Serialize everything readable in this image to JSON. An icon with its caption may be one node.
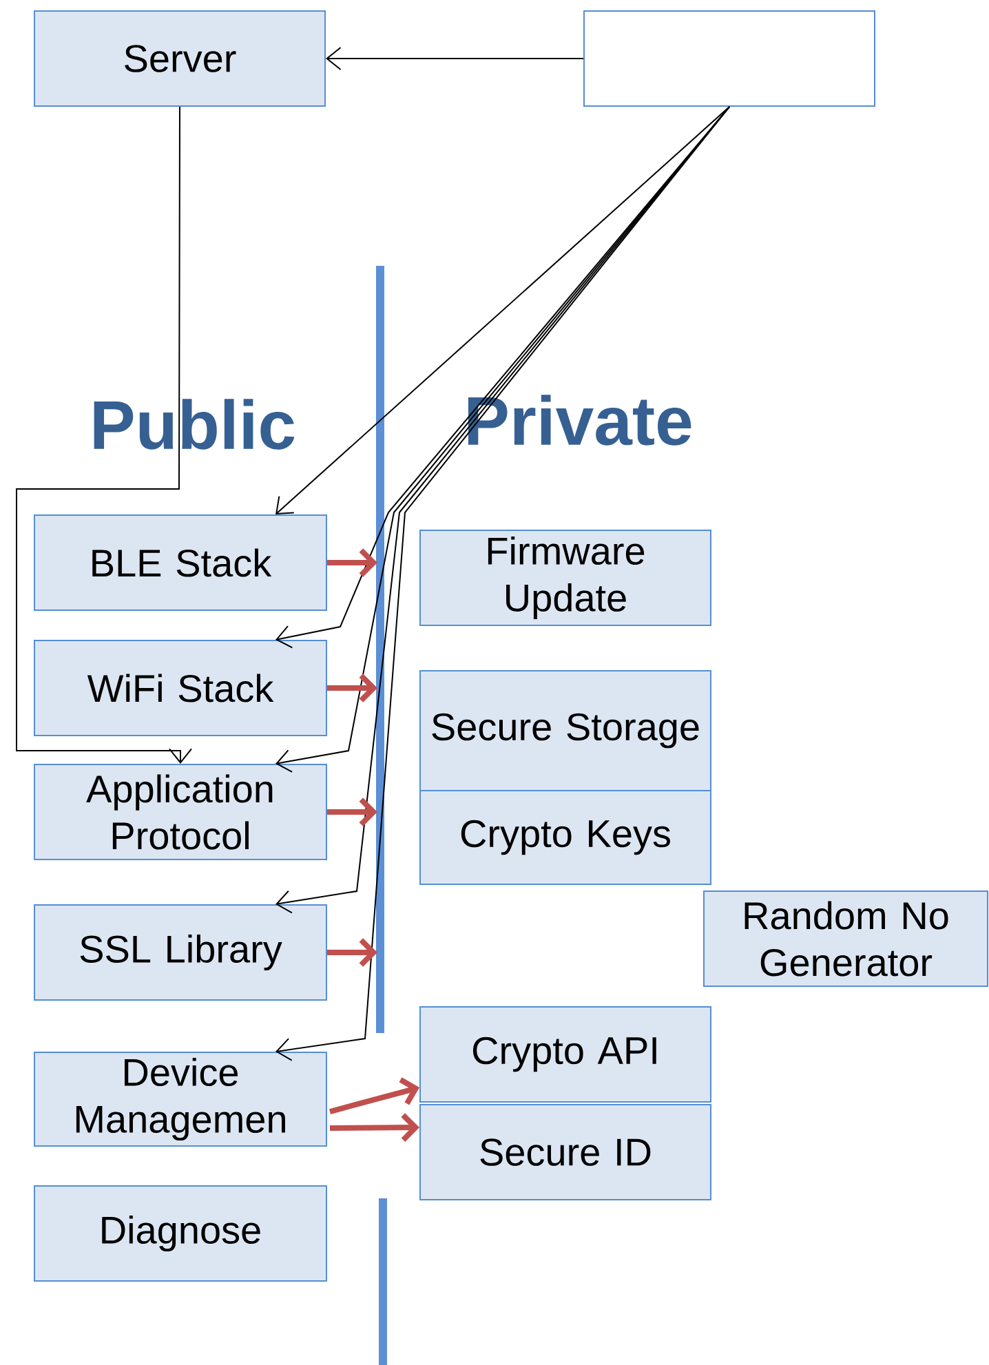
{
  "diagram": {
    "nodes": [
      {
        "text": [
          "Server"
        ]
      },
      {
        "text": [],
        "shape": "box"
      },
      {
        "text": [
          "BLE Stack"
        ]
      },
      {
        "text": [
          "Firmware Update"
        ]
      },
      {
        "text": [
          "WiFi Stack"
        ]
      },
      {
        "text": [
          "Secure Storage"
        ]
      },
      {
        "text": [
          "Application Protocol"
        ]
      },
      {
        "text": [
          "Crypto Keys"
        ]
      },
      {
        "text": [
          "Random No Generator"
        ]
      },
      {
        "text": [
          "SSL Library"
        ]
      },
      {
        "text": [
          "Device Managemen"
        ]
      },
      {
        "text": [
          "Crypto API"
        ]
      },
      {
        "text": [
          "Secure ID"
        ]
      },
      {
        "text": [
          "Diagnose"
        ]
      }
    ],
    "edges": [
      {
        "from": 1,
        "to": 0,
        "arrow": "to"
      },
      {
        "from": 0,
        "to": 6,
        "arrow": "to"
      },
      {
        "from": 1,
        "to": 2,
        "arrow": "to"
      },
      {
        "from": 1,
        "to": 4,
        "arrow": "to"
      },
      {
        "from": 1,
        "to": 6,
        "arrow": "to"
      },
      {
        "from": 1,
        "to": 9,
        "arrow": "to"
      },
      {
        "from": 1,
        "to": 10,
        "arrow": "to"
      },
      {
        "from": 2,
        "to": null,
        "arrow": "to",
        "style": "thick",
        "color": "#c0504d"
      },
      {
        "from": 4,
        "to": null,
        "arrow": "to",
        "style": "thick",
        "color": "#c0504d"
      },
      {
        "from": 6,
        "to": null,
        "arrow": "to",
        "style": "thick",
        "color": "#c0504d"
      },
      {
        "from": 9,
        "to": null,
        "arrow": "to",
        "style": "thick",
        "color": "#c0504d"
      },
      {
        "from": 10,
        "to": 11,
        "arrow": "to",
        "style": "thick",
        "color": "#c0504d"
      },
      {
        "from": 10,
        "to": 12,
        "arrow": "to",
        "style": "thick",
        "color": "#c0504d"
      }
    ],
    "labels": [
      "Public",
      "Private"
    ]
  }
}
